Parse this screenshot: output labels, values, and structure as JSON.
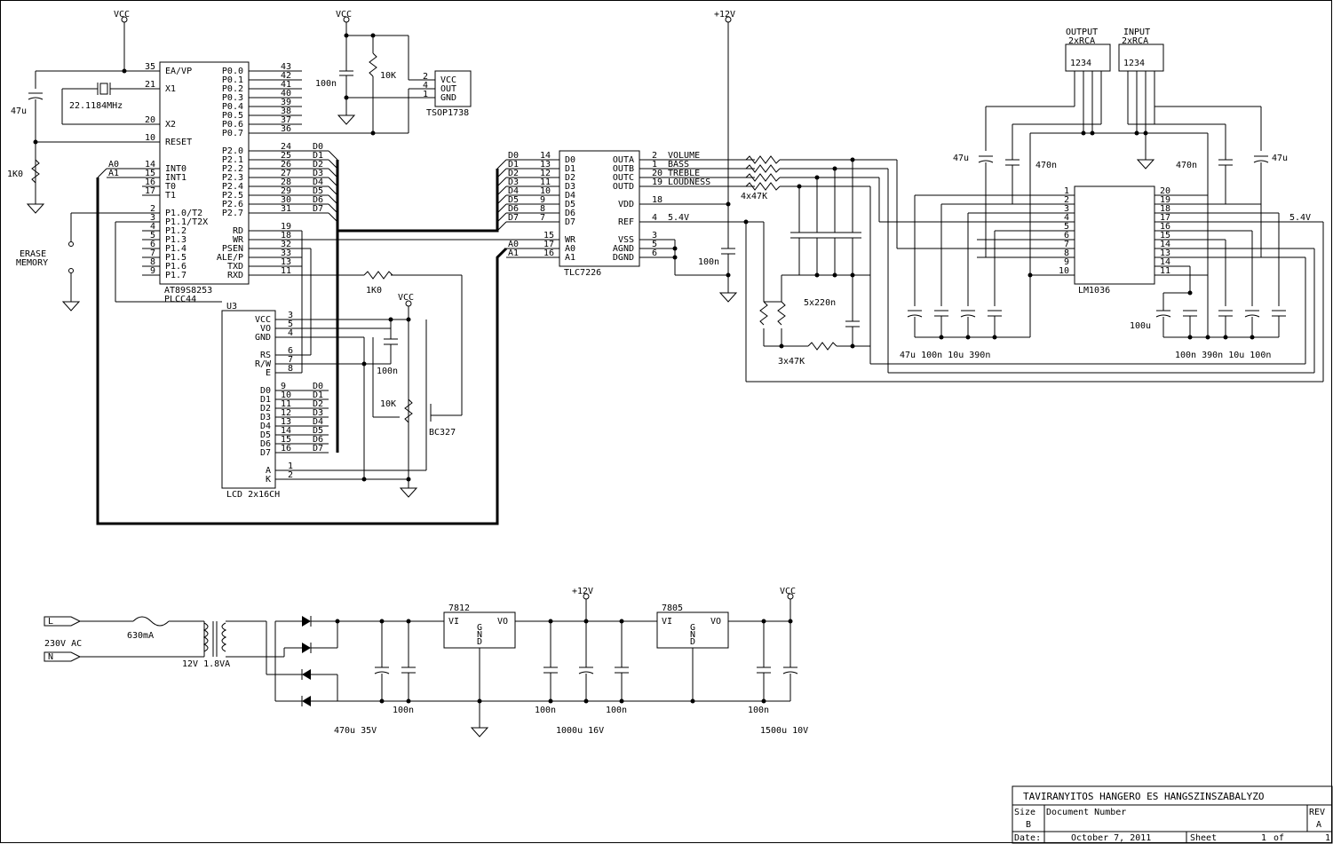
{
  "power": {
    "vcc": "VCC",
    "p12": "+12V"
  },
  "mcu": {
    "name": "AT89S8253",
    "package": "PLCC44",
    "left_pins": [
      {
        "num": "35",
        "name": "EA/VP"
      },
      {
        "num": "21",
        "name": "X1"
      },
      {
        "num": "20",
        "name": "X2"
      },
      {
        "num": "10",
        "name": "RESET"
      },
      {
        "num": "14",
        "name": "INT0"
      },
      {
        "num": "15",
        "name": "INT1"
      },
      {
        "num": "16",
        "name": "T0"
      },
      {
        "num": "17",
        "name": "T1"
      },
      {
        "num": "2",
        "name": "P1.0/T2"
      },
      {
        "num": "3",
        "name": "P1.1/T2X"
      },
      {
        "num": "4",
        "name": "P1.2"
      },
      {
        "num": "5",
        "name": "P1.3"
      },
      {
        "num": "6",
        "name": "P1.4"
      },
      {
        "num": "7",
        "name": "P1.5"
      },
      {
        "num": "8",
        "name": "P1.6"
      },
      {
        "num": "9",
        "name": "P1.7"
      }
    ],
    "p0_pins": [
      {
        "num": "43",
        "name": "P0.0"
      },
      {
        "num": "42",
        "name": "P0.1"
      },
      {
        "num": "41",
        "name": "P0.2"
      },
      {
        "num": "40",
        "name": "P0.3"
      },
      {
        "num": "39",
        "name": "P0.4"
      },
      {
        "num": "38",
        "name": "P0.5"
      },
      {
        "num": "37",
        "name": "P0.6"
      },
      {
        "num": "36",
        "name": "P0.7"
      }
    ],
    "p2_pins": [
      {
        "num": "24",
        "name": "P2.0",
        "net": "D0"
      },
      {
        "num": "25",
        "name": "P2.1",
        "net": "D1"
      },
      {
        "num": "26",
        "name": "P2.2",
        "net": "D2"
      },
      {
        "num": "27",
        "name": "P2.3",
        "net": "D3"
      },
      {
        "num": "28",
        "name": "P2.4",
        "net": "D4"
      },
      {
        "num": "29",
        "name": "P2.5",
        "net": "D5"
      },
      {
        "num": "30",
        "name": "P2.6",
        "net": "D6"
      },
      {
        "num": "31",
        "name": "P2.7",
        "net": "D7"
      }
    ],
    "ctl_pins": [
      {
        "num": "19",
        "name": "RD"
      },
      {
        "num": "18",
        "name": "WR"
      },
      {
        "num": "32",
        "name": "PSEN"
      },
      {
        "num": "33",
        "name": "ALE/P"
      },
      {
        "num": "13",
        "name": "TXD"
      },
      {
        "num": "11",
        "name": "RXD"
      }
    ],
    "int_nets": [
      "A0",
      "A1"
    ]
  },
  "crystal": "22.1184MHz",
  "erase": [
    "ERASE",
    "MEMORY"
  ],
  "ir": {
    "name": "TSOP1738",
    "pins": [
      {
        "num": "2",
        "name": "VCC"
      },
      {
        "num": "4",
        "name": "OUT"
      },
      {
        "num": "1",
        "name": "GND"
      }
    ],
    "r": "10K",
    "c": "100n"
  },
  "reset": {
    "c": "47u",
    "r": "1K0"
  },
  "lcd": {
    "ref": "U3",
    "name": "LCD 2x16CH",
    "ctl": [
      {
        "num": "3",
        "name": "VCC"
      },
      {
        "num": "5",
        "name": "VO"
      },
      {
        "num": "4",
        "name": "GND"
      },
      {
        "num": "6",
        "name": "RS"
      },
      {
        "num": "7",
        "name": "R/W"
      },
      {
        "num": "8",
        "name": "E"
      }
    ],
    "data": [
      {
        "num": "9",
        "name": "D0"
      },
      {
        "num": "10",
        "name": "D1"
      },
      {
        "num": "11",
        "name": "D2"
      },
      {
        "num": "12",
        "name": "D3"
      },
      {
        "num": "13",
        "name": "D4"
      },
      {
        "num": "14",
        "name": "D5"
      },
      {
        "num": "15",
        "name": "D6"
      },
      {
        "num": "16",
        "name": "D7"
      }
    ],
    "bl": [
      {
        "num": "1",
        "name": "A"
      },
      {
        "num": "2",
        "name": "K"
      }
    ],
    "c": "100n",
    "pot": "10K",
    "transistor": "BC327",
    "rb": "1K0"
  },
  "dac": {
    "name": "TLC7226",
    "data_pins": [
      {
        "num": "14",
        "name": "D0"
      },
      {
        "num": "13",
        "name": "D1"
      },
      {
        "num": "12",
        "name": "D2"
      },
      {
        "num": "11",
        "name": "D3"
      },
      {
        "num": "10",
        "name": "D4"
      },
      {
        "num": "9",
        "name": "D5"
      },
      {
        "num": "8",
        "name": "D6"
      },
      {
        "num": "7",
        "name": "D7"
      }
    ],
    "ctl_pins": [
      {
        "num": "15",
        "name": "WR",
        "net": ""
      },
      {
        "num": "17",
        "name": "A0",
        "net": "A0"
      },
      {
        "num": "16",
        "name": "A1",
        "net": "A1"
      }
    ],
    "right_pins": [
      {
        "num": "2",
        "name": "OUTA",
        "net": "VOLUME"
      },
      {
        "num": "1",
        "name": "OUTB",
        "net": "BASS"
      },
      {
        "num": "20",
        "name": "OUTC",
        "net": "TREBLE"
      },
      {
        "num": "19",
        "name": "OUTD",
        "net": "LOUDNESS"
      },
      {
        "num": "18",
        "name": "VDD",
        "net": ""
      },
      {
        "num": "4",
        "name": "REF",
        "net": "5.4V"
      },
      {
        "num": "3",
        "name": "VSS",
        "net": ""
      },
      {
        "num": "5",
        "name": "AGND",
        "net": ""
      },
      {
        "num": "6",
        "name": "DGND",
        "net": ""
      }
    ],
    "c": "100n"
  },
  "resistors": {
    "r4": "4x47K",
    "r3": "3x47K",
    "c5": "5x220n"
  },
  "lm": {
    "name": "LM1036",
    "left": [
      "1",
      "2",
      "3",
      "4",
      "5",
      "6",
      "7",
      "8",
      "9",
      "10"
    ],
    "right": [
      "20",
      "19",
      "18",
      "17",
      "16",
      "15",
      "14",
      "13",
      "14",
      "11"
    ],
    "ref_label": "5.4V",
    "left_caps": [
      "470n",
      "47u"
    ],
    "right_caps": [
      "470n",
      "47u"
    ],
    "bottom_left": "47u 100n 10u 390n",
    "bottom_right": "100n 390n 10u 100n",
    "extra_cap": "100u"
  },
  "rca": [
    {
      "title": "OUTPUT",
      "sub": "2xRCA",
      "pins": "1234"
    },
    {
      "title": "INPUT",
      "sub": "2xRCA",
      "pins": "1234"
    }
  ],
  "supply": {
    "l": "L",
    "n": "N",
    "mains": "230V AC",
    "fuse": "630mA",
    "trafo": "12V 1.8VA",
    "reg1": {
      "name": "7812",
      "vi": "VI",
      "vo": "VO",
      "g": "G",
      "n": "N",
      "d": "D"
    },
    "reg2": {
      "name": "7805",
      "vi": "VI",
      "vo": "VO",
      "g": "G",
      "n": "N",
      "d": "D"
    },
    "c100n": "100n",
    "c1": "470u 35V",
    "c2": "1000u 16V",
    "c3": "1500u 10V"
  },
  "title_block": {
    "title": "TAVIRANYITOS HANGERO ES HANGSZINSZABALYZO",
    "size_label": "Size",
    "size": "B",
    "docnum_label": "Document Number",
    "rev_label": "REV",
    "rev": "A",
    "date_label": "Date:",
    "date": "October  7, 2011",
    "sheet_label": "Sheet",
    "sheet": "1",
    "of_label": "of",
    "of": "1"
  }
}
